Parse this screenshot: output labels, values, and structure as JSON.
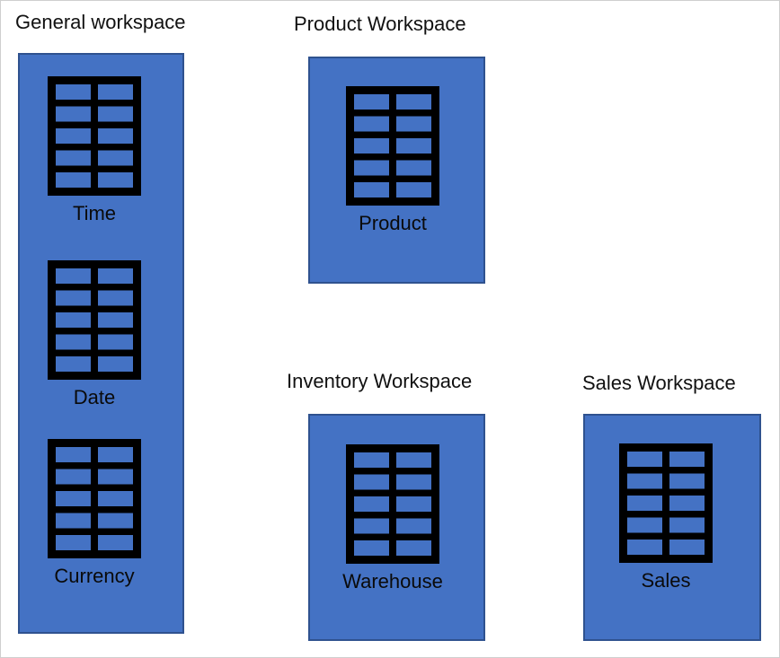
{
  "colors": {
    "box_fill": "#4472C4",
    "box_border": "#2F528F",
    "icon_color": "#000000",
    "text_color": "#111111",
    "canvas_border": "#cfcfcf"
  },
  "icons": {
    "table_icon": "table-grid-icon"
  },
  "workspaces": [
    {
      "title": "General workspace",
      "tables": [
        {
          "label": "Time"
        },
        {
          "label": "Date"
        },
        {
          "label": "Currency"
        }
      ]
    },
    {
      "title": "Product Workspace",
      "tables": [
        {
          "label": "Product"
        }
      ]
    },
    {
      "title": "Inventory Workspace",
      "tables": [
        {
          "label": "Warehouse"
        }
      ]
    },
    {
      "title": "Sales Workspace",
      "tables": [
        {
          "label": "Sales"
        }
      ]
    }
  ]
}
